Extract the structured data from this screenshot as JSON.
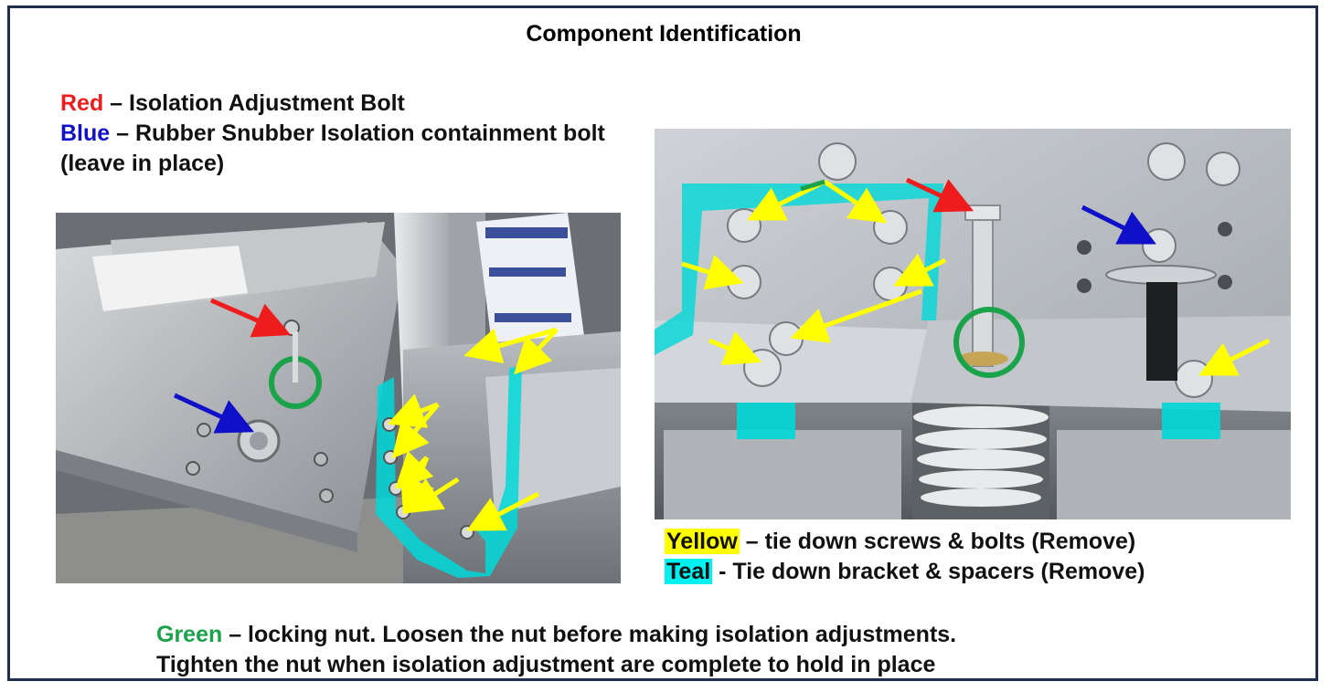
{
  "title": "Component Identification",
  "legend_left": {
    "red_key": "Red",
    "red_text": " – Isolation Adjustment Bolt",
    "blue_key": "Blue",
    "blue_text": " – Rubber Snubber Isolation containment bolt (leave in place)"
  },
  "legend_right": {
    "yellow_key": "Yellow",
    "yellow_text": " – tie down screws & bolts (Remove)",
    "teal_key": "Teal",
    "teal_text": " - Tie down bracket & spacers (Remove)"
  },
  "legend_bottom": {
    "green_key": "Green",
    "green_text": " – locking nut.  Loosen the nut before making isolation adjustments.",
    "line2": "Tighten the nut when isolation adjustment are complete to hold in place"
  },
  "colors": {
    "red": "#ee1c1c",
    "blue": "#1010c8",
    "green": "#1aa34a",
    "yellow": "#ffff00",
    "teal": "#00d8d8",
    "frame": "#1f2d4e"
  }
}
